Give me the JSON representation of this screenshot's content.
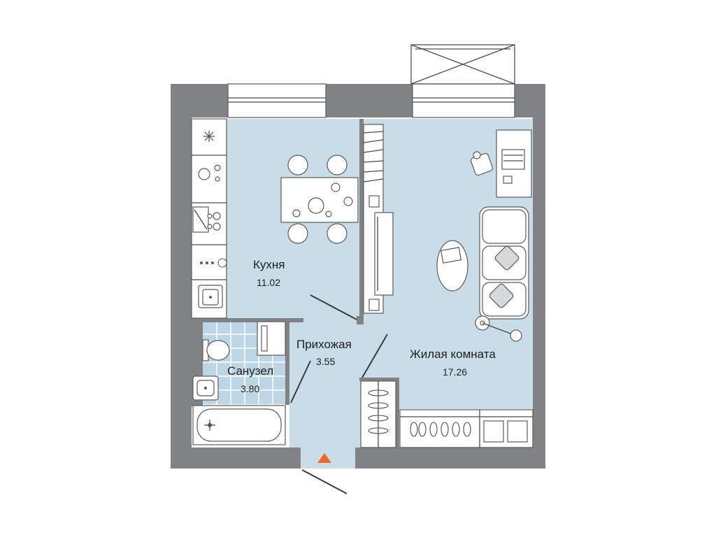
{
  "rooms": {
    "kitchen": {
      "name": "Кухня",
      "area": "11.02"
    },
    "hallway": {
      "name": "Прихожая",
      "area": "3.55"
    },
    "bathroom": {
      "name": "Санузел",
      "area": "3.80"
    },
    "living": {
      "name": "Жилая комната",
      "area": "17.26"
    }
  },
  "colors": {
    "room_fill": "#c9dde9",
    "wall": "#808285",
    "bath_tile": "#bcd6e6",
    "entrance_marker": "#f26a21"
  },
  "icons": {
    "entrance": "entrance-triangle-icon",
    "fridge": "snowflake-icon"
  }
}
